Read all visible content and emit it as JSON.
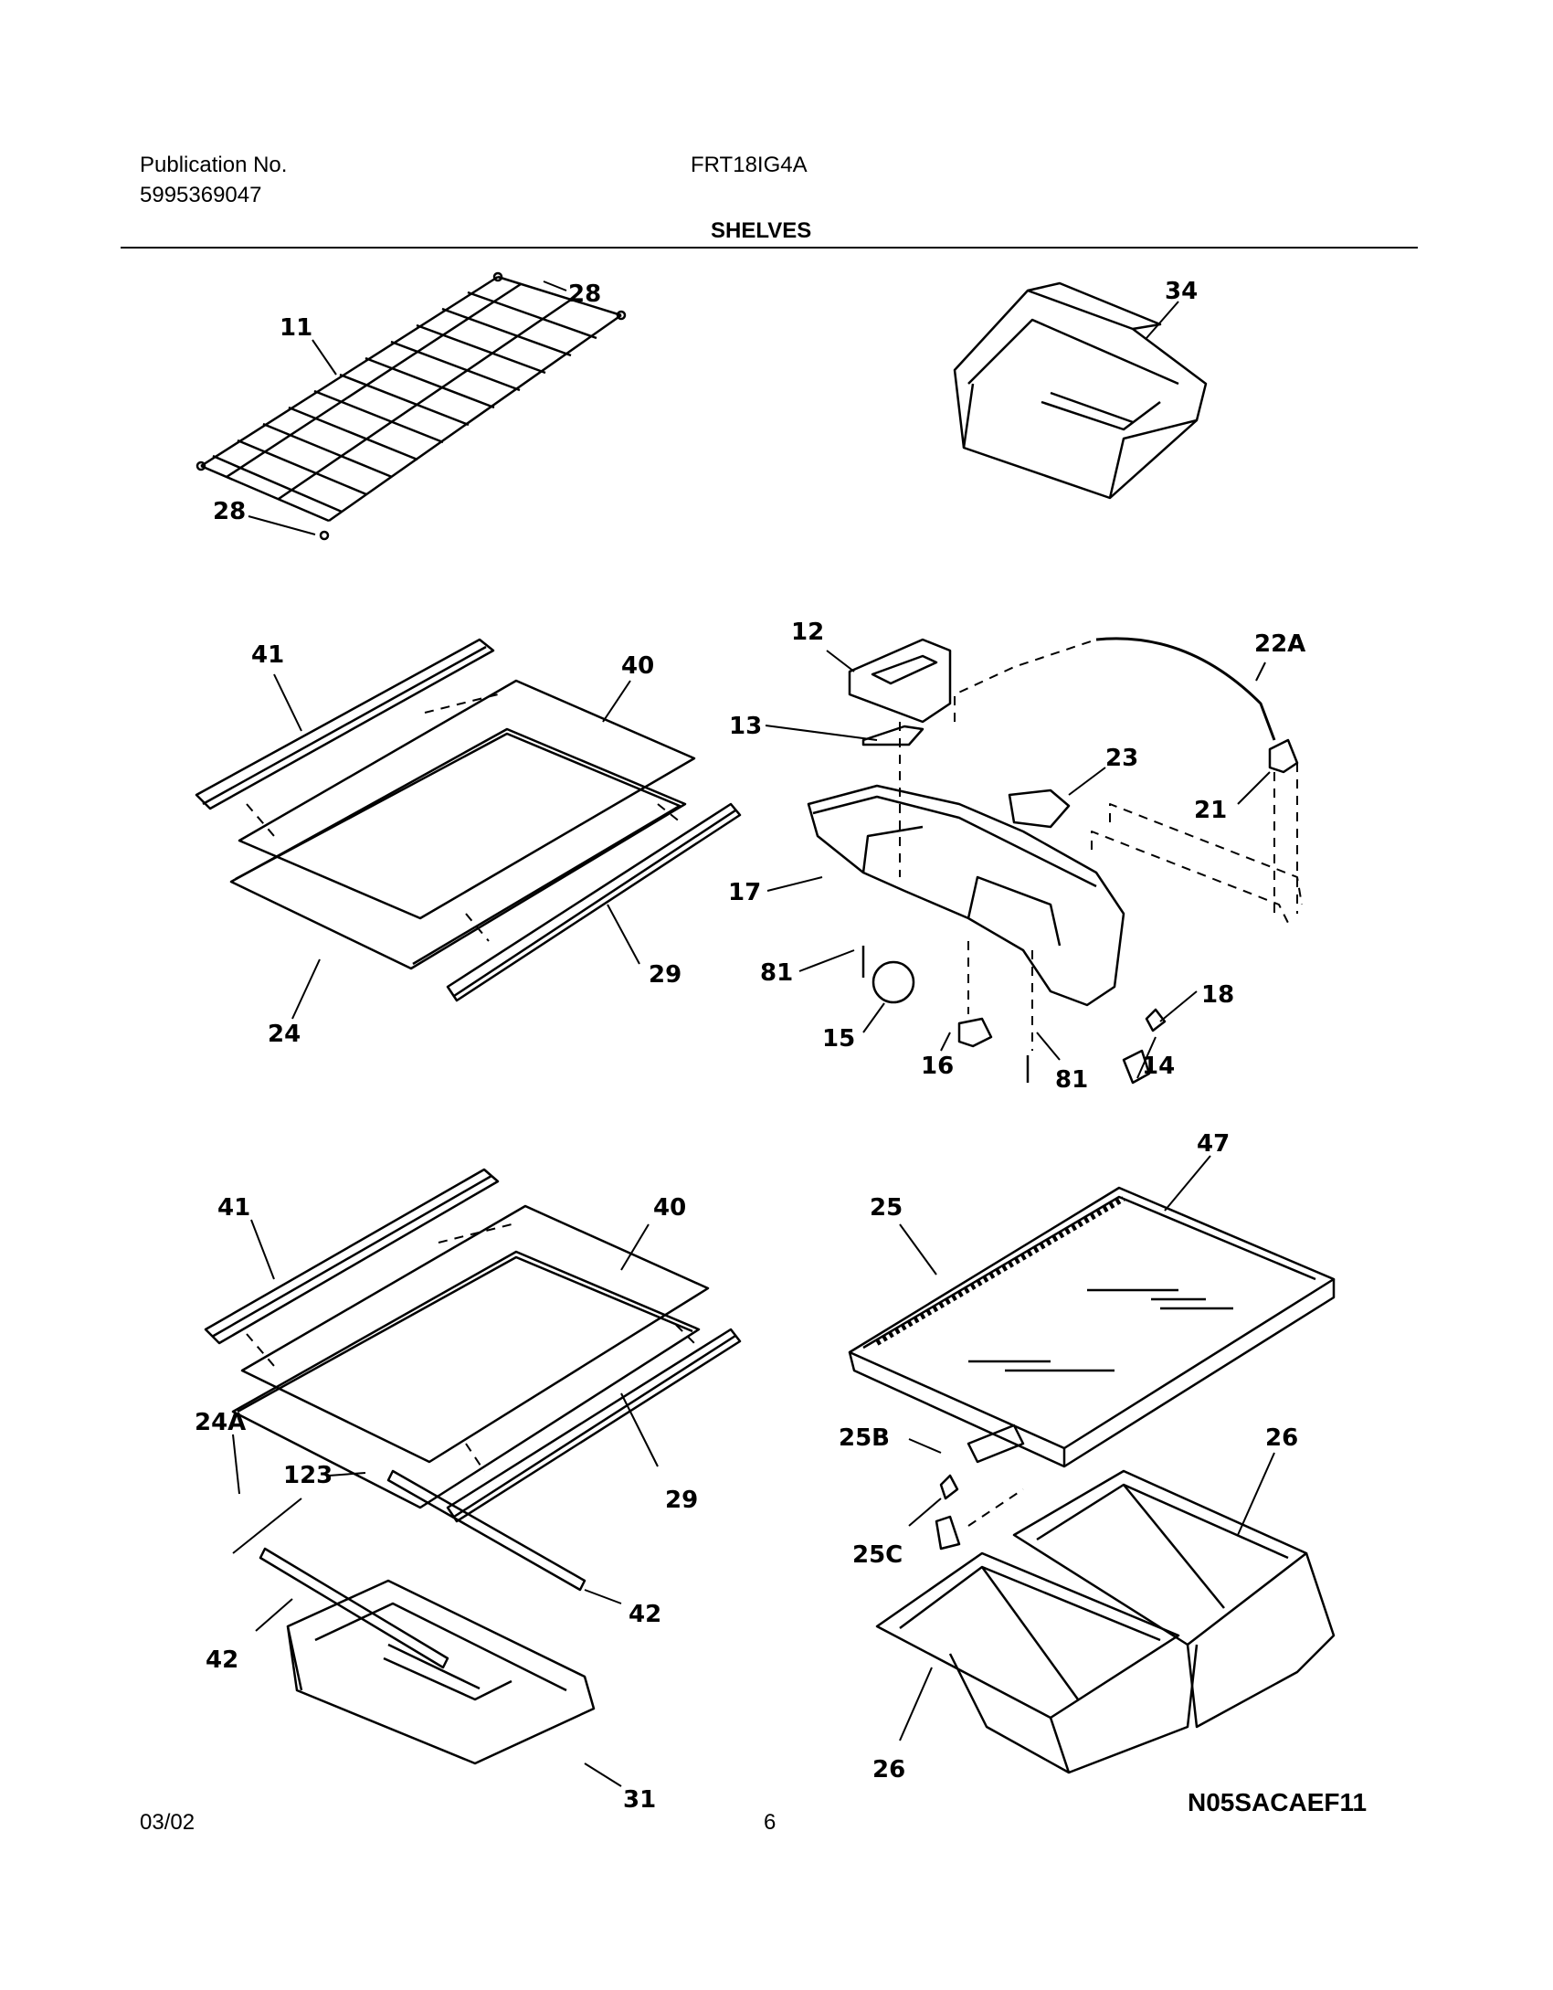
{
  "header": {
    "publication_label": "Publication No.",
    "publication_number": "5995369047",
    "model": "FRT18IG4A",
    "section_title": "SHELVES"
  },
  "footer": {
    "date": "03/02",
    "page": "6",
    "figure_code": "N05SACAEF11"
  },
  "callouts": {
    "c11": "11",
    "c28a": "28",
    "c28b": "28",
    "c34": "34",
    "c41a": "41",
    "c40a": "40",
    "c29a": "29",
    "c24": "24",
    "c12": "12",
    "c13": "13",
    "c17": "17",
    "c22a": "22A",
    "c23": "23",
    "c21": "21",
    "c81a": "81",
    "c15": "15",
    "c16": "16",
    "c81b": "81",
    "c14": "14",
    "c18": "18",
    "c41b": "41",
    "c40b": "40",
    "c24a": "24A",
    "c123": "123",
    "c29b": "29",
    "c42a": "42",
    "c42b": "42",
    "c31": "31",
    "c47": "47",
    "c25": "25",
    "c25b": "25B",
    "c25c": "25C",
    "c26a": "26",
    "c26b": "26"
  }
}
